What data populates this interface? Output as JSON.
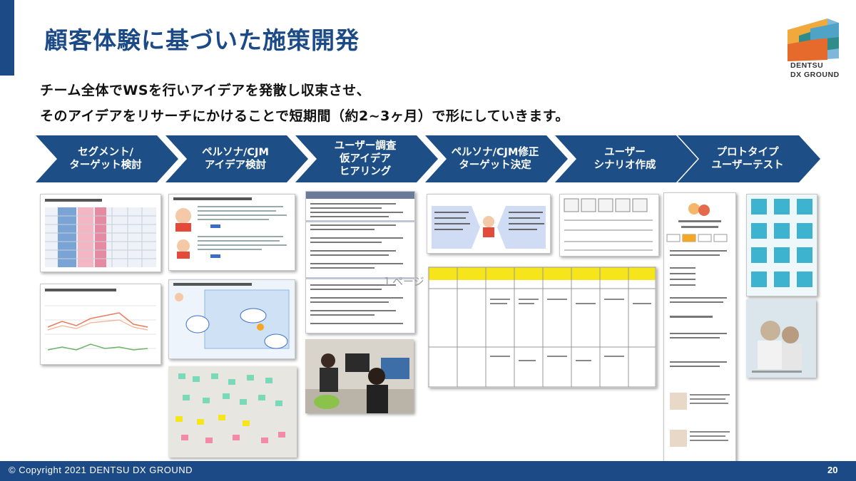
{
  "slide": {
    "title": "顧客体験に基づいた施策開発",
    "lead_line1": "チーム全体でWSを行いアイデアを発散し収束させ、",
    "lead_line2": "そのアイデアをリサーチにかけることで短期間（約2~3ヶ月）で形にしていきます。"
  },
  "logo": {
    "line1": "DENTSU",
    "line2": "DX GROUND"
  },
  "process_steps": [
    {
      "label": "セグメント/\nターゲット検討"
    },
    {
      "label": "ペルソナ/CJM\nアイデア検討"
    },
    {
      "label": "ユーザー調査\n仮アイデア\nヒアリング"
    },
    {
      "label": "ペルソナ/CJM修正\nターゲット決定"
    },
    {
      "label": "ユーザー\nシナリオ作成"
    },
    {
      "label": "プロトタイプ\nユーザーテスト"
    }
  ],
  "thumbnail_note": "１ページ",
  "footer": {
    "copyright": "© Copyright 2021 DENTSU DX GROUND",
    "page_number": "20"
  },
  "colors": {
    "primary": "#1b4a86",
    "chevron": "#1d4f86",
    "accent_yellow": "#f7e51b",
    "accent_orange": "#e66a2c"
  }
}
